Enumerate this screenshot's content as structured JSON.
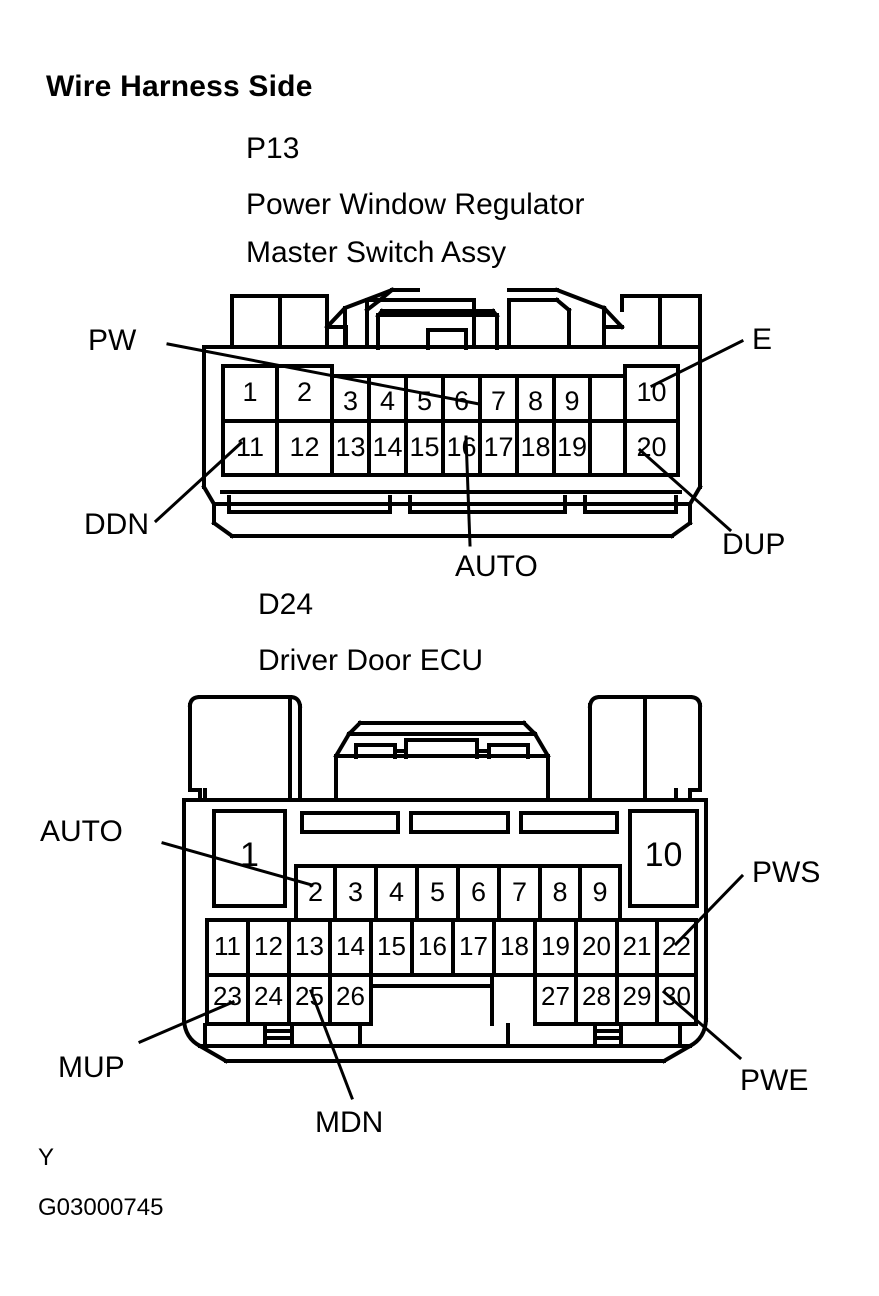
{
  "title": "Wire Harness Side",
  "footer": {
    "y_mark": "Y",
    "figure_id": "G03000745"
  },
  "connectors": [
    {
      "code": "P13",
      "name_line1": "Power Window Regulator",
      "name_line2": "Master Switch Assy",
      "pin_count": 20,
      "rows": [
        [
          "1",
          "2",
          "3",
          "4",
          "5",
          "6",
          "7",
          "8",
          "9",
          "10"
        ],
        [
          "11",
          "12",
          "13",
          "14",
          "15",
          "16",
          "17",
          "18",
          "19",
          "20"
        ]
      ],
      "terminal_labels": [
        {
          "name": "PW",
          "pin": "6",
          "side": "left"
        },
        {
          "name": "DDN",
          "pin": "11",
          "side": "left"
        },
        {
          "name": "E",
          "pin": "10",
          "side": "right"
        },
        {
          "name": "DUP",
          "pin": "20",
          "side": "right"
        },
        {
          "name": "AUTO",
          "pin": "16",
          "side": "bottom"
        }
      ]
    },
    {
      "code": "D24",
      "name_line1": "Driver Door ECU",
      "name_line2": "",
      "pin_count": 30,
      "rows": [
        [
          "1",
          "2",
          "3",
          "4",
          "5",
          "6",
          "7",
          "8",
          "9",
          "10"
        ],
        [
          "11",
          "12",
          "13",
          "14",
          "15",
          "16",
          "17",
          "18",
          "19",
          "20",
          "21",
          "22"
        ],
        [
          "23",
          "24",
          "25",
          "26",
          "27",
          "28",
          "29",
          "30"
        ]
      ],
      "terminal_labels": [
        {
          "name": "AUTO",
          "pin": "2",
          "side": "left"
        },
        {
          "name": "MUP",
          "pin": "23",
          "side": "left"
        },
        {
          "name": "PWS",
          "pin": "22",
          "side": "right"
        },
        {
          "name": "PWE",
          "pin": "30",
          "side": "right"
        },
        {
          "name": "MDN",
          "pin": "25",
          "side": "bottom"
        }
      ]
    }
  ],
  "labels": {
    "p13_pw": "PW",
    "p13_ddn": "DDN",
    "p13_e": "E",
    "p13_dup": "DUP",
    "p13_auto": "AUTO",
    "d24_auto": "AUTO",
    "d24_mup": "MUP",
    "d24_pws": "PWS",
    "d24_pwe": "PWE",
    "d24_mdn": "MDN"
  },
  "p13_pins": {
    "r1c1": "1",
    "r1c2": "2",
    "r1c3": "3",
    "r1c4": "4",
    "r1c5": "5",
    "r1c6": "6",
    "r1c7": "7",
    "r1c8": "8",
    "r1c9": "9",
    "r1c10": "10",
    "r2c1": "11",
    "r2c2": "12",
    "r2c3": "13",
    "r2c4": "14",
    "r2c5": "15",
    "r2c6": "16",
    "r2c7": "17",
    "r2c8": "18",
    "r2c9": "19",
    "r2c10": "20"
  },
  "d24_pins": {
    "a1": "1",
    "a10": "10",
    "b2": "2",
    "b3": "3",
    "b4": "4",
    "b5": "5",
    "b6": "6",
    "b7": "7",
    "b8": "8",
    "b9": "9",
    "c11": "11",
    "c12": "12",
    "c13": "13",
    "c14": "14",
    "c15": "15",
    "c16": "16",
    "c17": "17",
    "c18": "18",
    "c19": "19",
    "c20": "20",
    "c21": "21",
    "c22": "22",
    "d23": "23",
    "d24": "24",
    "d25": "25",
    "d26": "26",
    "d27": "27",
    "d28": "28",
    "d29": "29",
    "d30": "30"
  },
  "colors": {
    "ink": "#000000",
    "paper": "#ffffff"
  }
}
